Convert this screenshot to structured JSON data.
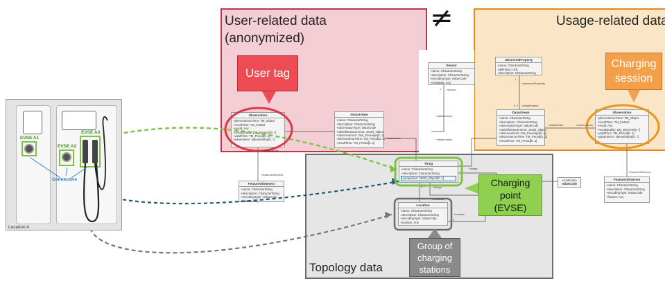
{
  "symbol": "≠",
  "regions": {
    "user": {
      "title_line1": "User-related data",
      "title_line2": "(anonymized)"
    },
    "usage": {
      "title": "Usage-related data"
    },
    "topology": {
      "title": "Topology data"
    }
  },
  "callouts": {
    "user_tag": "User tag",
    "charging_session_1": "Charging",
    "charging_session_2": "session",
    "charging_point_1": "Charging",
    "charging_point_2": "point",
    "charging_point_3": "(EVSE)",
    "group_1": "Group of",
    "group_2": "charging",
    "group_3": "stations"
  },
  "photo": {
    "evse_a1": "EVSE A1",
    "evse_a2": "EVSE A2",
    "evse_a3": "EVSE A3",
    "connectors": "Connectors",
    "location": "Location A"
  },
  "uml": {
    "observation_left": {
      "name": "Observation",
      "attrs": [
        "+phenomenonTime: TM_Object",
        "+resultTime: TM_Instant",
        "+result: Any",
        "+resultQuality: DQ_Element[0..*]",
        "+validTime: TM_Period[0..1]",
        "+parameters: NamedValue[0..*]"
      ]
    },
    "datastream_left": {
      "name": "Datastream",
      "attrs": [
        "+name: CharacterString",
        "+description: CharacterString",
        "+observationType: ValueCode",
        "+unitOfMeasurement: JSON_Object",
        "+observedArea: GM_Envelope[0..1]",
        "+phenomenonTime: TM_Period[0..1]",
        "+resultTime: TM_Period[0..1]"
      ]
    },
    "foi_left": {
      "name": "FeatureOfInterest",
      "attrs": [
        "+name: CharacterString",
        "+description: CharacterString",
        "+encodingType: ValueCode",
        "+feature: Any"
      ]
    },
    "sensor": {
      "name": "Sensor",
      "attrs": [
        "+name: CharacterString",
        "+description: CharacterString",
        "+encodingType: ValueCode",
        "+metadata: Any"
      ]
    },
    "observed_property": {
      "name": "ObservedProperty",
      "attrs": [
        "+name: CharacterString",
        "+definition: URI",
        "+description: CharacterString"
      ]
    },
    "datastream_right": {
      "name": "Datastream",
      "attrs": [
        "+name: CharacterString",
        "+description: CharacterString",
        "+observationType: ValueCode",
        "+unitOfMeasurement: JSON_Object",
        "+observedArea: GM_Envelope[0..1]",
        "+phenomenonTime: TM_Period[0..1]",
        "+resultTime: TM_Period[0..1]"
      ]
    },
    "observation_right": {
      "name": "Observation",
      "attrs": [
        "+phenomenonTime: TM_Object",
        "+resultTime: TM_Instant",
        "+result: Any",
        "+resultQuality: DQ_Element[0..*]",
        "+validTime: TM_Period[0..1]",
        "+parameters: NamedValue[0..*]"
      ]
    },
    "foi_right": {
      "name": "FeatureOfInterest",
      "attrs": [
        "+name: CharacterString",
        "+description: CharacterString",
        "+encodingType: ValueCode",
        "+feature: Any"
      ]
    },
    "thing": {
      "name": "Thing",
      "attrs": [
        "+name: CharacterString",
        "+description: CharacterString"
      ],
      "highlighted": "+properties: JSON_Object[0..1]"
    },
    "location": {
      "name": "Location",
      "attrs": [
        "+name: CharacterString",
        "+description: CharacterString",
        "+encodingType: ValueCode",
        "+location: Any"
      ]
    },
    "codelist": {
      "stereotype": "«CodeList»",
      "name": "ValueCode"
    }
  },
  "assoc_labels": {
    "sensor": "+sensor",
    "datastream_a": "+datastream",
    "datastreams_a": "+datastreams",
    "observed_property": "+observedProperty",
    "datastreams_b": "+datastreams",
    "datastream_b": "+datastream",
    "observations": "+observations",
    "observations_b": "+observations",
    "feature_of_interest_a": "+featureOfInterest",
    "feature_of_interest_b": "+featureOfInterest",
    "thing": "+thing",
    "things": "+things",
    "locations": "+locations",
    "location": "+location",
    "range": "+range",
    "datastreams_c": "+datastreams",
    "mult_0n": "0..*",
    "mult_1": "1"
  },
  "colors": {
    "user_fill": "#f2c9d0",
    "user_border": "#c0314a",
    "usage_fill": "#fbe3c2",
    "usage_border": "#e08a1e",
    "topology_fill": "#e3e3e3",
    "topology_border": "#6b6b6b",
    "user_tag_fill": "#ee4b55",
    "charging_session_fill": "#f4a04b",
    "charging_point_fill": "#8fd14f",
    "group_fill": "#8a8a8a",
    "green_accent": "#7fc241",
    "red_accent": "#d9384a",
    "orange_accent": "#e8961f",
    "blue_accent": "#1f6fb5"
  }
}
